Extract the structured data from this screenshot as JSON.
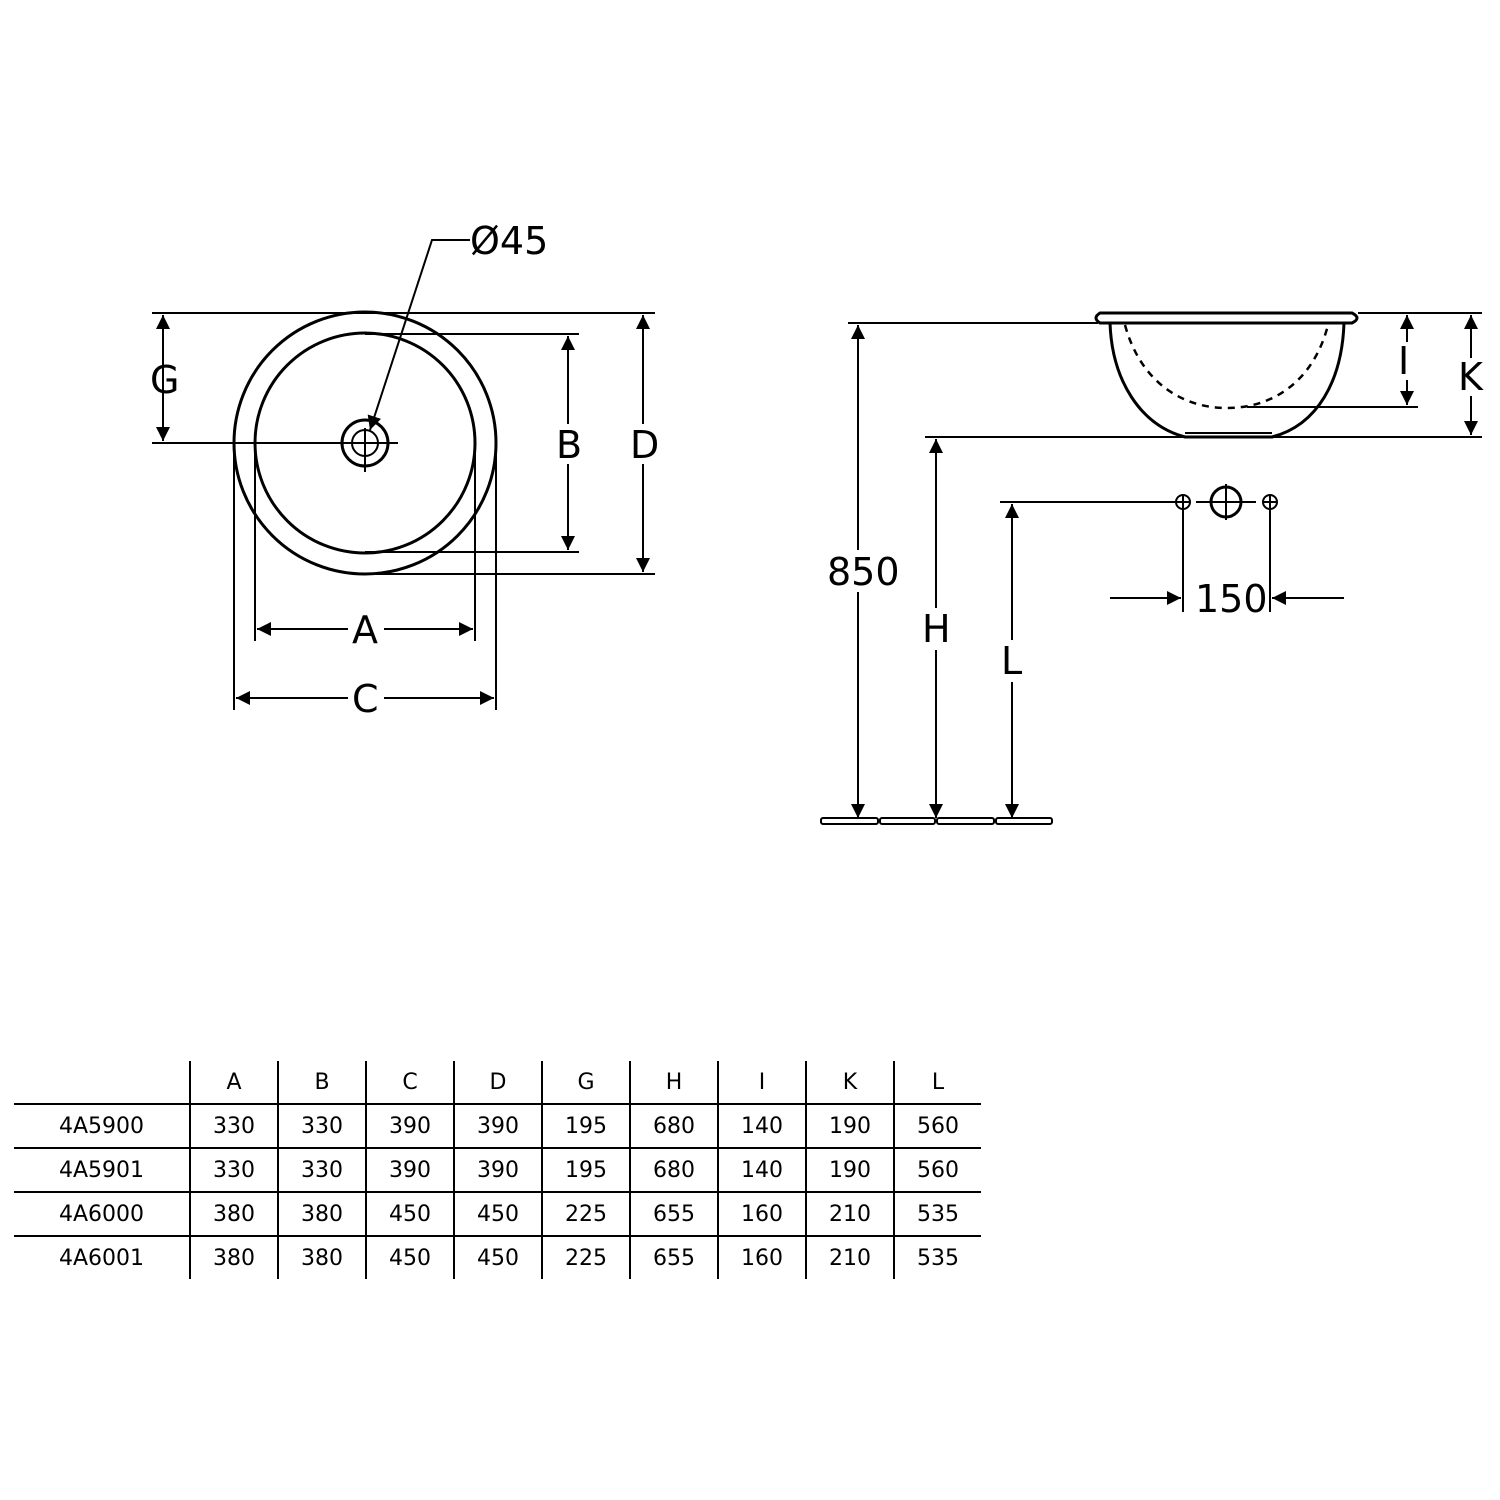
{
  "drawing": {
    "top_view": {
      "drain_diameter_label": "Ø45",
      "labels": {
        "A": "A",
        "B": "B",
        "C": "C",
        "D": "D",
        "G": "G"
      }
    },
    "side_view": {
      "floor_height_label": "850",
      "tap_spacing_label": "150",
      "labels": {
        "H": "H",
        "I": "I",
        "K": "K",
        "L": "L"
      }
    }
  },
  "table": {
    "headers": [
      "",
      "A",
      "B",
      "C",
      "D",
      "G",
      "H",
      "I",
      "K",
      "L"
    ],
    "rows": [
      [
        "4A5900",
        "330",
        "330",
        "390",
        "390",
        "195",
        "680",
        "140",
        "190",
        "560"
      ],
      [
        "4A5901",
        "330",
        "330",
        "390",
        "390",
        "195",
        "680",
        "140",
        "190",
        "560"
      ],
      [
        "4A6000",
        "380",
        "380",
        "450",
        "450",
        "225",
        "655",
        "160",
        "210",
        "535"
      ],
      [
        "4A6001",
        "380",
        "380",
        "450",
        "450",
        "225",
        "655",
        "160",
        "210",
        "535"
      ]
    ]
  }
}
